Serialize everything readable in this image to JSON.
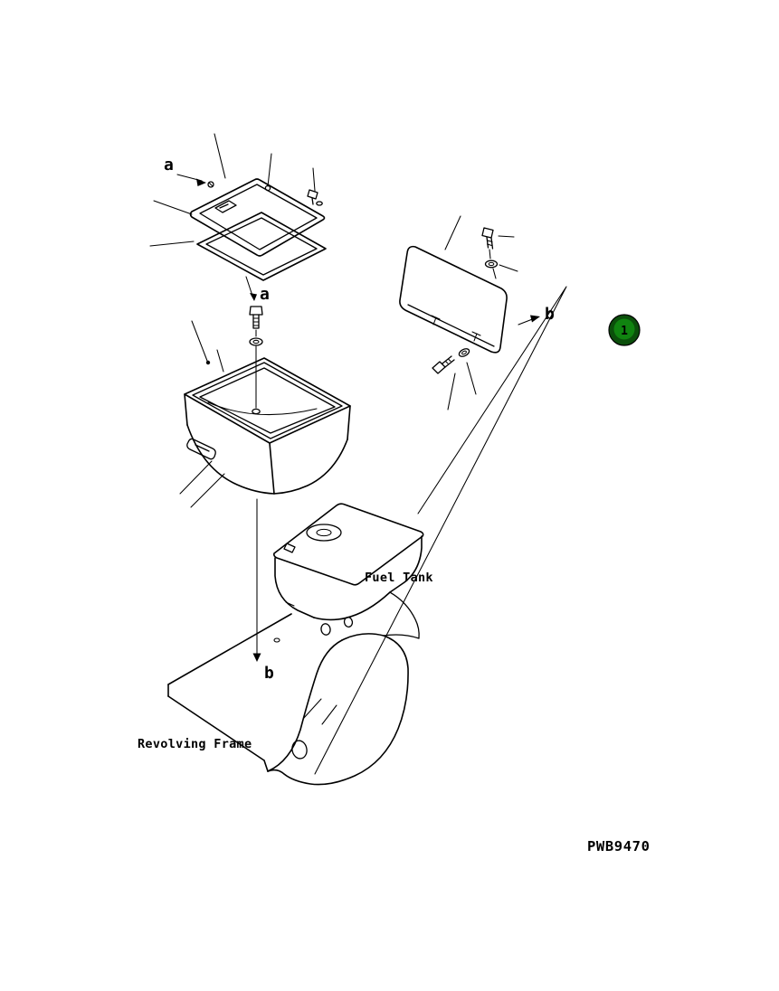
{
  "diagram": {
    "type": "exploded-parts-diagram",
    "labels": {
      "view_a_top": "a",
      "view_a_mid": "a",
      "view_b_right": "b",
      "view_b_bottom": "b"
    },
    "part_names": {
      "fuel_tank": "Fuel Tank",
      "revolving_frame": "Revolving Frame"
    },
    "callout": {
      "number": "1"
    },
    "drawing_number": "PWB9470",
    "colors": {
      "line": "#000000",
      "background": "#ffffff",
      "callout_ring": "#0b4f0b",
      "callout_fill": "#108410",
      "callout_text": "#ffffff"
    }
  }
}
